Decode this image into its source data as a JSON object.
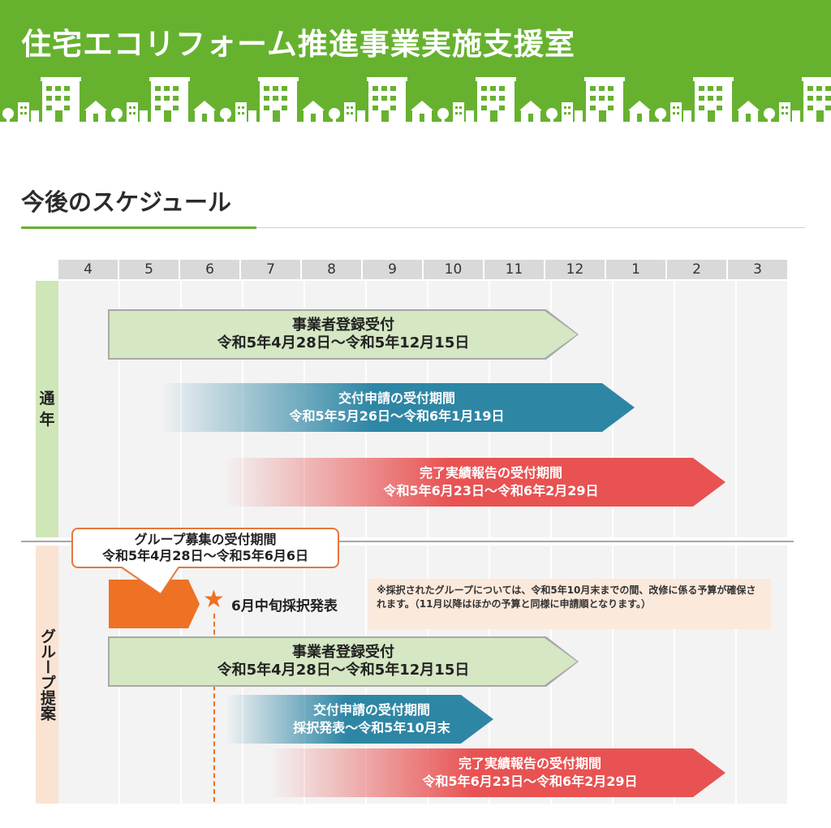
{
  "header": {
    "title": "住宅エコリフォーム推進事業実施支援室",
    "bg_color": "#66b22f"
  },
  "section": {
    "title": "今後のスケジュール"
  },
  "timeline": {
    "months": [
      "4",
      "5",
      "6",
      "7",
      "8",
      "9",
      "10",
      "11",
      "12",
      "1",
      "2",
      "3"
    ]
  },
  "rows": {
    "annual": {
      "label_chars": [
        "通",
        "年"
      ]
    },
    "group": {
      "label": "グループ提案"
    }
  },
  "annual_bars": [
    {
      "title": "事業者登録受付",
      "period": "令和5年4月28日～令和5年12月15日",
      "color": "#d5e7c3"
    },
    {
      "title": "交付申請の受付期間",
      "period": "令和5年5月26日～令和6年1月19日",
      "color": "#2e86a5"
    },
    {
      "title": "完了実績報告の受付期間",
      "period": "令和5年6月23日～令和6年2月29日",
      "color": "#e85252"
    }
  ],
  "group_section": {
    "callout": {
      "title": "グループ募集の受付期間",
      "period": "令和5年4月28日～令和5年6月6日"
    },
    "announcement": "6月中旬採択発表",
    "note": "※採択されたグループについては、令和5年10月末までの間、改修に係る予算が確保されます。（11月以降はほかの予算と同様に申請順となります。）",
    "accent_color": "#ee7124"
  },
  "group_bars": [
    {
      "title": "事業者登録受付",
      "period": "令和5年4月28日～令和5年12月15日",
      "color": "#d5e7c3"
    },
    {
      "title": "交付申請の受付期間",
      "period": "採択発表～令和5年10月末",
      "color": "#2e86a5"
    },
    {
      "title": "完了実績報告の受付期間",
      "period": "令和5年6月23日～令和6年2月29日",
      "color": "#e85252"
    }
  ]
}
